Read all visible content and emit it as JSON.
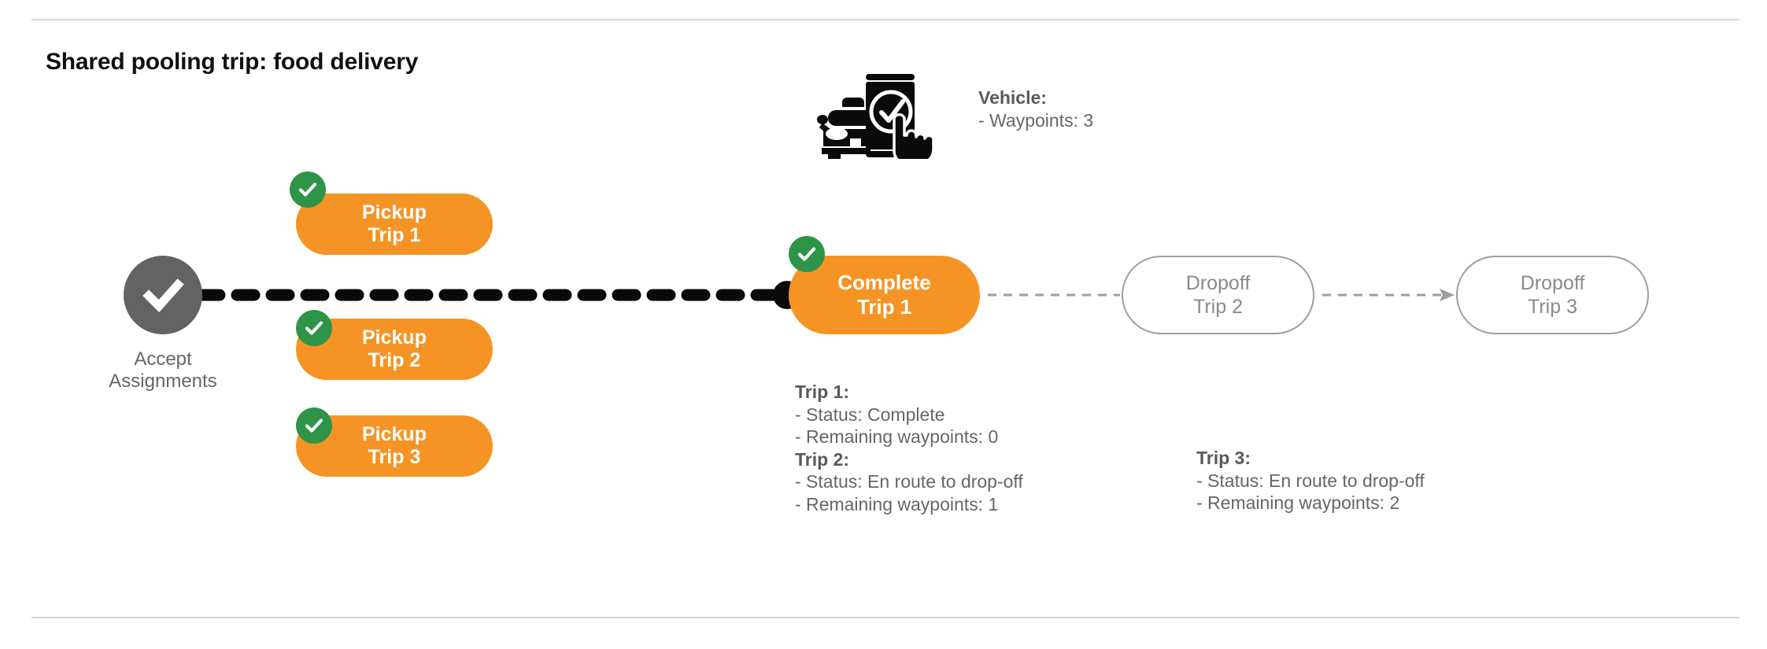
{
  "page": {
    "title": "Shared pooling trip: food delivery"
  },
  "colors": {
    "orange": "#F59425",
    "green": "#2E9448",
    "gray_node": "#636363",
    "gray_text": "#666666",
    "gray_outline": "#9E9E9E",
    "rule": "#D6D7D9",
    "black": "#000000",
    "white": "#FFFFFF"
  },
  "flow": {
    "start_node": {
      "icon": "check-circle-icon",
      "label_line1": "Accept",
      "label_line2": "Assignments"
    },
    "pickups": [
      {
        "line1": "Pickup",
        "line2": "Trip 1",
        "badge": "check-badge-icon",
        "state": "done"
      },
      {
        "line1": "Pickup",
        "line2": "Trip 2",
        "badge": "check-badge-icon",
        "state": "done"
      },
      {
        "line1": "Pickup",
        "line2": "Trip 3",
        "badge": "check-badge-icon",
        "state": "done"
      }
    ],
    "complete_node": {
      "line1": "Complete",
      "line2": "Trip 1",
      "badge": "check-badge-icon",
      "state": "done"
    },
    "dropoffs": [
      {
        "line1": "Dropoff",
        "line2": "Trip 2",
        "state": "pending"
      },
      {
        "line1": "Dropoff",
        "line2": "Trip 3",
        "state": "pending"
      }
    ]
  },
  "vehicle_info": {
    "icon": "car-phone-check-icon",
    "header": "Vehicle:",
    "waypoints_line": "- Waypoints: 3"
  },
  "trip_details": {
    "trip1": {
      "header": "Trip 1:",
      "status_line": "- Status:  Complete",
      "waypoints_line": "- Remaining waypoints: 0"
    },
    "trip2": {
      "header": "Trip 2:",
      "status_line": "- Status:  En route to drop-off",
      "waypoints_line": "- Remaining waypoints: 1"
    },
    "trip3": {
      "header": "Trip 3:",
      "status_line": "- Status:  En route to drop-off",
      "waypoints_line": "- Remaining waypoints: 2"
    }
  }
}
